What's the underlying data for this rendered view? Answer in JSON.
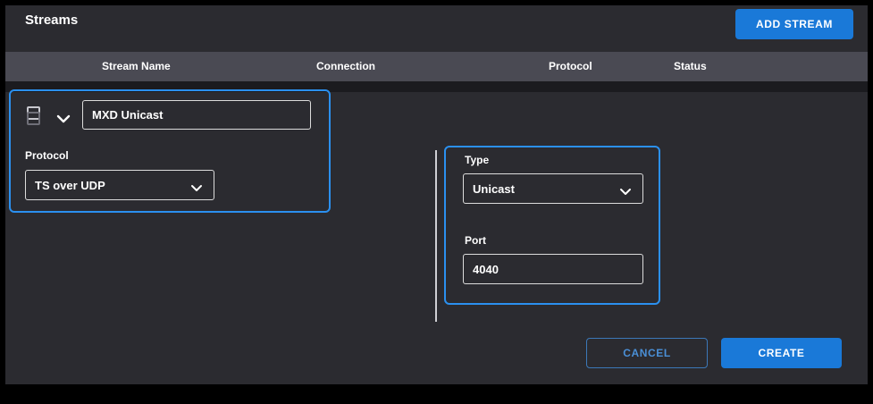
{
  "page": {
    "title": "Streams"
  },
  "toolbar": {
    "add_stream_label": "ADD STREAM"
  },
  "table": {
    "columns": [
      "Stream Name",
      "Connection",
      "Protocol",
      "Status"
    ]
  },
  "stream_row": {
    "name_value": "MXD Unicast"
  },
  "form": {
    "protocol": {
      "label": "Protocol",
      "value": "TS over UDP"
    },
    "type": {
      "label": "Type",
      "value": "Unicast"
    },
    "port": {
      "label": "Port",
      "value": "4040"
    }
  },
  "actions": {
    "cancel_label": "CANCEL",
    "create_label": "CREATE"
  },
  "colors": {
    "accent_blue": "#1a79d8",
    "highlight_border": "#2b90ef"
  }
}
